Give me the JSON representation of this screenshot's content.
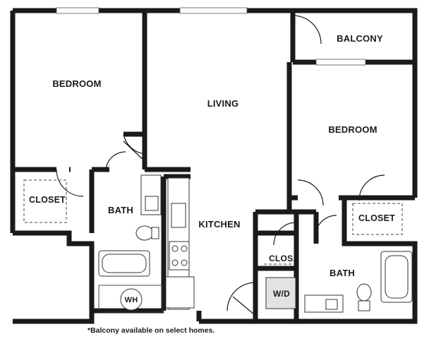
{
  "rooms": {
    "bedroom_left": "BEDROOM",
    "living": "LIVING",
    "balcony": "BALCONY",
    "bedroom_right": "BEDROOM",
    "closet_left": "CLOSET",
    "bath_left": "BATH",
    "kitchen": "KITCHEN",
    "closet_right": "CLOSET",
    "clos": "CLOS.",
    "bath_right": "BATH",
    "washer_dryer": "W/D",
    "water_heater": "WH"
  },
  "footnote": "*Balcony available on select homes."
}
